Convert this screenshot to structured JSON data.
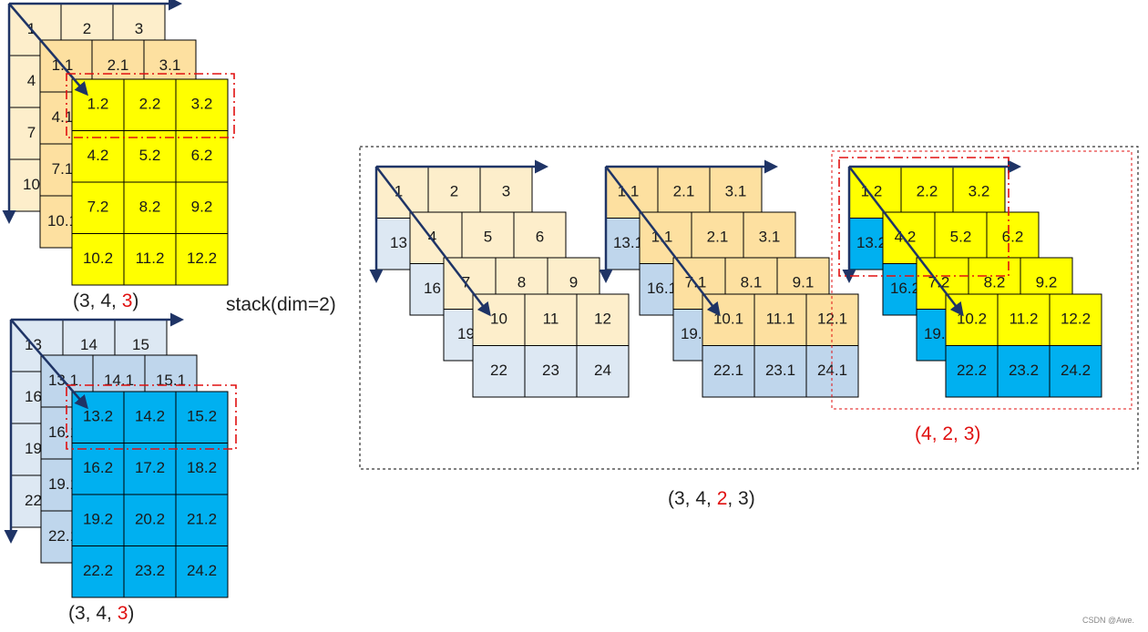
{
  "colors": {
    "pale_yellow": "#fdeecb",
    "orange_yellow": "#fde0a0",
    "yellow": "#ffff00",
    "pale_blue": "#dde8f3",
    "mid_blue": "#bfd6ec",
    "blue": "#00b0f0",
    "arrow": "#1f3466",
    "red": "#e01010"
  },
  "tensor_a": {
    "layer0": [
      "1",
      "2",
      "3",
      "4",
      "",
      "",
      "7",
      "",
      "",
      "10",
      "",
      ""
    ],
    "layer1": [
      "1.1",
      "2.1",
      "3.1",
      "4.1",
      "",
      "",
      "7.1",
      "",
      "",
      "10.1",
      "",
      ""
    ],
    "layer2": [
      "1.2",
      "2.2",
      "3.2",
      "4.2",
      "5.2",
      "6.2",
      "7.2",
      "8.2",
      "9.2",
      "10.2",
      "11.2",
      "12.2"
    ],
    "shape_prefix": "(3,  4,  ",
    "shape_highlight": "3",
    "shape_suffix": ")"
  },
  "tensor_b": {
    "layer0": [
      "13",
      "14",
      "15",
      "16",
      "",
      "",
      "19",
      "",
      "",
      "22",
      "",
      ""
    ],
    "layer1": [
      "13.1",
      "14.1",
      "15.1",
      "16.1",
      "",
      "",
      "19.1",
      "",
      "",
      "22.1",
      "",
      ""
    ],
    "layer2": [
      "13.2",
      "14.2",
      "15.2",
      "16.2",
      "17.2",
      "18.2",
      "19.2",
      "20.2",
      "21.2",
      "22.2",
      "23.2",
      "24.2"
    ],
    "shape_prefix": "(3,  4,  ",
    "shape_highlight": "3",
    "shape_suffix": ")"
  },
  "operation_label": "stack(dim=2)",
  "result_groups": [
    {
      "rows": [
        [
          "1",
          "2",
          "3"
        ],
        [
          "4",
          "5",
          "6"
        ],
        [
          "7",
          "8",
          "9"
        ],
        [
          "10",
          "11",
          "12"
        ]
      ],
      "blue_left": [
        "13",
        "16",
        "19"
      ],
      "bottom": [
        "22",
        "23",
        "24"
      ]
    },
    {
      "rows": [
        [
          "1.1",
          "2.1",
          "3.1"
        ],
        [
          "1.1",
          "2.1",
          "3.1"
        ],
        [
          "7.1",
          "8.1",
          "9.1"
        ],
        [
          "10.1",
          "11.1",
          "12.1"
        ]
      ],
      "blue_left": [
        "13.1",
        "16.1",
        "19.1"
      ],
      "bottom": [
        "22.1",
        "23.1",
        "24.1"
      ]
    },
    {
      "rows": [
        [
          "1.2",
          "2.2",
          "3.2"
        ],
        [
          "4.2",
          "5.2",
          "6.2"
        ],
        [
          "7.2",
          "8.2",
          "9.2"
        ],
        [
          "10.2",
          "11.2",
          "12.2"
        ]
      ],
      "blue_left": [
        "13.2",
        "16.2",
        "19.2"
      ],
      "bottom": [
        "22.2",
        "23.2",
        "24.2"
      ]
    }
  ],
  "group_shape": {
    "prefix": "(",
    "a": "4",
    "sep1": ",  ",
    "b": "2",
    "sep2": ",  ",
    "c": "3",
    "suffix": ")"
  },
  "result_shape": {
    "prefix": "(3,   4,   ",
    "highlight": "2",
    "suffix": ",   3)"
  },
  "watermark": "CSDN @Awe."
}
